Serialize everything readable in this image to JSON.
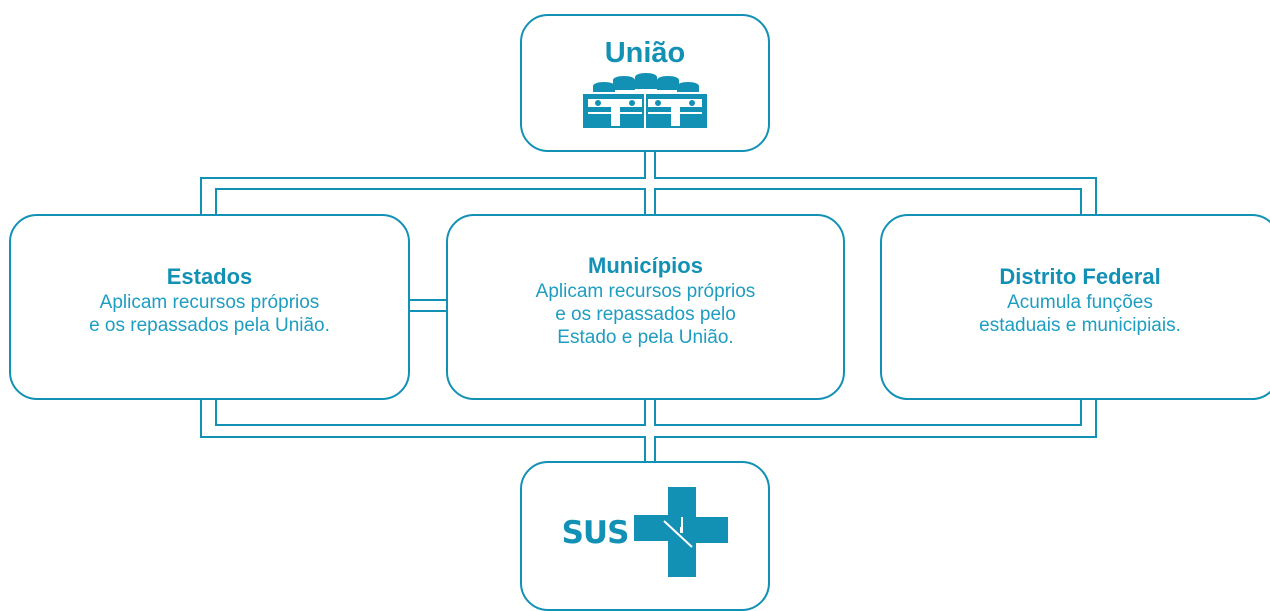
{
  "colors": {
    "accent": "#1391b5",
    "text": "#1e9dc1"
  },
  "top_node": {
    "title": "União",
    "icon": "money-stacks-icon"
  },
  "middle_nodes": [
    {
      "title": "Estados",
      "lines": [
        "Aplicam recursos próprios",
        "e os repassados pela União."
      ]
    },
    {
      "title": "Municípios",
      "lines": [
        "Aplicam recursos próprios",
        "e os repassados pelo",
        "Estado e pela União."
      ]
    },
    {
      "title": "Distrito Federal",
      "lines": [
        "Acumula funções",
        "estaduais e municipiais."
      ]
    }
  ],
  "bottom_node": {
    "label": "SUS",
    "icon": "sus-cross-icon"
  }
}
